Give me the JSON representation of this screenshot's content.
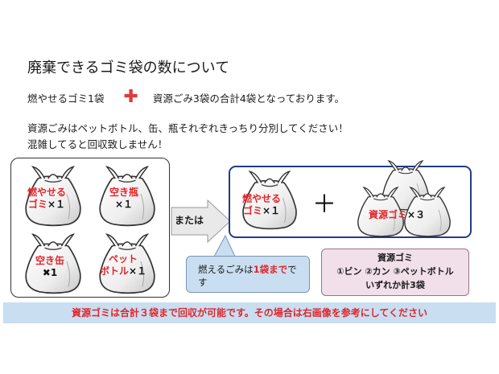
{
  "heading": "廃棄できるゴミ袋の数について",
  "summary": {
    "part1": "燃やせるゴミ1袋",
    "part2": "資源ごみ3袋の合計4袋となっております。"
  },
  "instruction_line1": "資源ごみはペットボトル、缶、瓶それぞれきっちり分別してください！",
  "instruction_line2": "混雑してると回収致しません！",
  "left_bags": {
    "burnable": {
      "line1": "燃やせる",
      "line2": "ゴミ",
      "count": "×１"
    },
    "bottles": {
      "line1": "空き瓶",
      "count": "×１"
    },
    "cans": {
      "line1": "空き缶",
      "count": "✖1"
    },
    "pet": {
      "line1": "ペット",
      "line2": "ボトル",
      "count": "×１"
    }
  },
  "or_label": "または",
  "right_bags": {
    "burnable": {
      "line1": "燃やせる",
      "line2": "ゴミ",
      "count": "×１"
    },
    "plus": "＋",
    "resource": {
      "label": "資源ゴミ",
      "count": "×３"
    }
  },
  "callout": {
    "pre": "燃えるごみは",
    "highlight": "1袋まで",
    "post": "です"
  },
  "resource_note": {
    "title": "資源ゴミ",
    "items": "①ビン ②カン ③ペットボトル",
    "total": "いずれか計3袋"
  },
  "banner": "資源ゴミは合計３袋まで回収が可能です。その場合は右画像を参考にしてください",
  "colors": {
    "accent_red": "#e0262b",
    "navy": "#1f3c8a",
    "light_blue": "#c9def1",
    "pink": "#f1dfe9"
  }
}
